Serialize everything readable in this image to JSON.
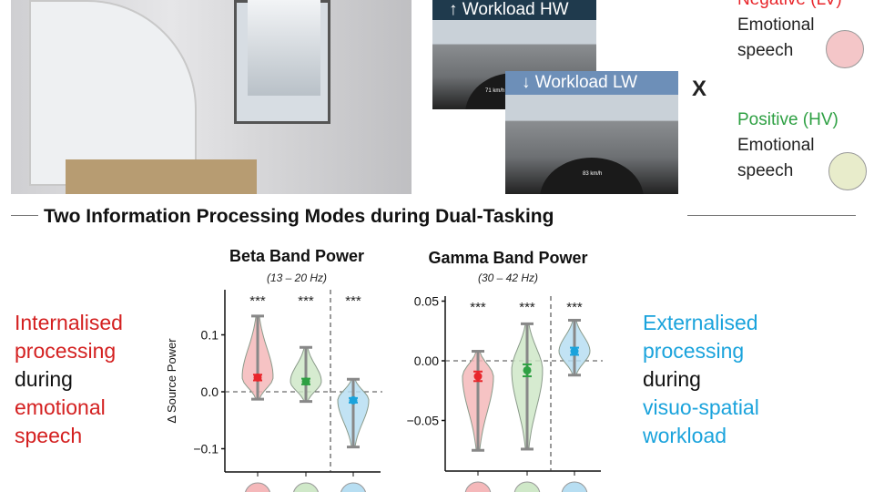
{
  "top": {
    "workload_hw_label": "↑ Workload HW",
    "workload_lw_label": "↓ Workload LW",
    "speed_hw": "71 km/h",
    "speed_lw": "83 km/h",
    "times": "X",
    "negative_label": "Negative (LV)",
    "positive_label": "Positive (HV)",
    "emotional": "Emotional",
    "speech": "speech"
  },
  "headline": "Two Information Processing Modes during Dual-Tasking",
  "left_text": [
    "Internalised",
    "processing",
    "during",
    "emotional",
    "speech"
  ],
  "right_text": [
    "Externalised",
    "processing",
    "during",
    "visuo-spatial",
    "workload"
  ],
  "colors": {
    "negative": "#e8262b",
    "positive": "#2ea043",
    "workload": "#1aa3dc",
    "violin_edge": "#888888"
  },
  "chart_data": [
    {
      "type": "violin",
      "title": "Beta Band Power",
      "subtitle": "(13 – 20 Hz)",
      "ylabel": "Δ Source Power",
      "ylim": [
        -0.14,
        0.18
      ],
      "yticks": [
        "−0.1",
        "0.0",
        "0.1"
      ],
      "ytick_values": [
        -0.1,
        0.0,
        0.1
      ],
      "categories": [
        "negative-speech",
        "positive-speech",
        "workload"
      ],
      "significance": [
        "***",
        "***",
        "***"
      ],
      "means": [
        0.025,
        0.018,
        -0.015
      ],
      "sem": [
        0.005,
        0.005,
        0.004
      ],
      "min": [
        -0.013,
        -0.017,
        -0.097
      ],
      "max": [
        0.133,
        0.078,
        0.022
      ]
    },
    {
      "type": "violin",
      "title": "Gamma Band Power",
      "subtitle": "(30 – 42 Hz)",
      "ylabel": "",
      "ylim": [
        -0.092,
        0.055
      ],
      "yticks": [
        "−0.05",
        "0.00",
        "0.05"
      ],
      "ytick_values": [
        -0.05,
        0.0,
        0.05
      ],
      "categories": [
        "negative-speech",
        "positive-speech",
        "workload"
      ],
      "significance": [
        "***",
        "***",
        "***"
      ],
      "means": [
        -0.013,
        -0.008,
        0.008
      ],
      "sem": [
        0.004,
        0.005,
        0.003
      ],
      "min": [
        -0.075,
        -0.074,
        -0.012
      ],
      "max": [
        0.008,
        0.031,
        0.034
      ]
    }
  ]
}
